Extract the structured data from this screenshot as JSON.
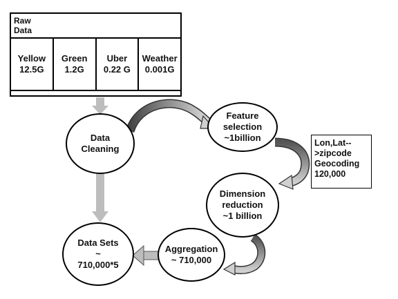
{
  "raw_data": {
    "header_line1": "Raw",
    "header_line2": "Data",
    "sources": [
      {
        "name": "Yellow",
        "size": "12.5G"
      },
      {
        "name": "Green",
        "size": "1.2G"
      },
      {
        "name": "Uber",
        "size": "0.22 G"
      },
      {
        "name": "Weather",
        "size": "0.001G"
      }
    ]
  },
  "nodes": {
    "data_cleaning": {
      "line1": "Data",
      "line2": "Cleaning"
    },
    "feature_selection": {
      "line1": "Feature",
      "line2": "selection",
      "line3": "~1billion"
    },
    "dimension_reduction": {
      "line1": "Dimension",
      "line2": "reduction",
      "line3": "~1 billion"
    },
    "aggregation": {
      "line1": "Aggregation",
      "line2": "~ 710,000"
    },
    "data_sets": {
      "line1": "Data Sets",
      "line2": "~",
      "line3": "710,000*5"
    }
  },
  "note": {
    "line1": "Lon,Lat--",
    "line2": ">zipcode",
    "line3": "Geocoding",
    "line4": "120,000"
  }
}
